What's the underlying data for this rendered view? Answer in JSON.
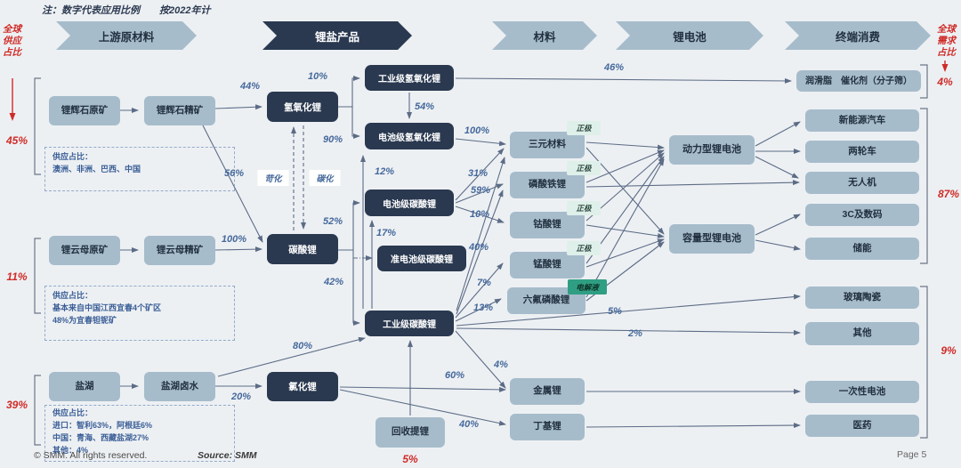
{
  "note": "注：数字代表应用比例　　按2022年计",
  "stages": [
    "上游原材料",
    "锂盐产品",
    "材料",
    "锂电池",
    "终端消费"
  ],
  "side_labels": {
    "supply_title": "全球供应占比",
    "supply_values": [
      "45%",
      "11%",
      "39%"
    ],
    "demand_title": "全球需求占比",
    "demand_values": [
      "4%",
      "87%",
      "9%"
    ]
  },
  "nodes": {
    "spodumene_ore": "锂辉石原矿",
    "spodumene_conc": "锂辉石精矿",
    "lepidolite_ore": "锂云母原矿",
    "lepidolite_conc": "锂云母精矿",
    "salt_lake": "盐湖",
    "brine": "盐湖卤水",
    "lioh": "氢氧化锂",
    "li2co3": "碳酸锂",
    "licl": "氯化锂",
    "recycle": "回收提锂",
    "ind_lioh": "工业级氢氧化锂",
    "bat_lioh": "电池级氢氧化锂",
    "bat_li2co3": "电池级碳酸锂",
    "quasi_li2co3": "准电池级碳酸锂",
    "ind_li2co3": "工业级碳酸锂",
    "ternary": "三元材料",
    "lfp": "磷酸铁锂",
    "lco": "钴酸锂",
    "lmo": "锰酸锂",
    "lipf6": "六氟磷酸锂",
    "li_metal": "金属锂",
    "butyl_li": "丁基锂",
    "power_battery": "动力型锂电池",
    "capacity_battery": "容量型锂电池",
    "lubricant": "润滑脂　催化剂（分子筛）",
    "ev": "新能源汽车",
    "two_wheeler": "两轮车",
    "drone": "无人机",
    "digital_3c": "3C及数码",
    "storage": "储能",
    "glass_ceramic": "玻璃陶瓷",
    "other": "其他",
    "primary_battery": "一次性电池",
    "pharma": "医药"
  },
  "tags": {
    "cathode": "正极",
    "electrolyte": "电解液"
  },
  "process_labels": {
    "causticization": "苛化",
    "carbonation": "碳化"
  },
  "edge_labels": {
    "spodumene_conc_to_lioh": "44%",
    "lioh_to_ind_lioh": "10%",
    "ind_lioh_to_lubricant": "46%",
    "ind_lioh_to_bat_lioh": "54%",
    "lioh_to_bat_lioh": "90%",
    "spodumene_conc_to_li2co3": "56%",
    "lepidolite_conc_to_li2co3": "100%",
    "bat_lioh_to_ternary": "100%",
    "bat_li2co3_to_bat_lioh": "12%",
    "bat_li2co3_to_ternary": "31%",
    "bat_li2co3_to_lfp": "59%",
    "bat_li2co3_to_lco": "10%",
    "ind_li2co3_to_bat_li2co3": "17%",
    "li2co3_to_bat_li2co3": "52%",
    "ind_li2co3_to_lfp": "40%",
    "li2co3_to_ind_li2co3": "42%",
    "ind_li2co3_to_lmo": "7%",
    "ind_li2co3_to_lipf6": "13%",
    "ind_li2co3_to_glass": "5%",
    "ind_li2co3_to_other": "2%",
    "ind_li2co3_to_li_metal": "4%",
    "brine_to_ind_li2co3": "80%",
    "brine_to_licl": "20%",
    "licl_to_li_metal": "60%",
    "licl_to_butyl_li": "40%",
    "recycle_share": "5%"
  },
  "supply_notes": {
    "spodumene": {
      "title": "供应占比：",
      "lines": [
        "澳洲、非洲、巴西、中国"
      ]
    },
    "lepidolite": {
      "title": "供应占比：",
      "lines": [
        "基本来自中国江西宜春4个矿区",
        "48%为宜春钽铌矿"
      ]
    },
    "salt_lake": {
      "title": "供应占比：",
      "lines": [
        "进口：智利63%，阿根廷6%",
        "中国：青海、西藏盐湖27%",
        "其他：4%"
      ]
    }
  },
  "footer": {
    "copyright": "© SMM. All rights reserved.",
    "source": "Source: SMM",
    "page": "Page 5"
  },
  "colors": {
    "background": "#edf0f3",
    "box_light": "#a6bccb",
    "box_dark": "#2a3950",
    "line": "#5c6c86",
    "percent_blue": "#45699c",
    "accent_red": "#cf2b27",
    "tag_mint": "#def0e9",
    "tag_teal": "#2f9e82"
  }
}
